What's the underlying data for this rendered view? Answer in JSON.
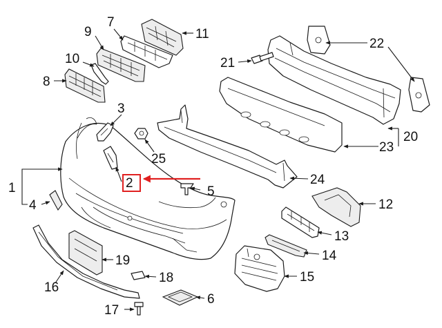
{
  "callouts": {
    "c1": "1",
    "c2": "2",
    "c3": "3",
    "c4": "4",
    "c5": "5",
    "c6": "6",
    "c7": "7",
    "c8": "8",
    "c9": "9",
    "c10": "10",
    "c11": "11",
    "c12": "12",
    "c13": "13",
    "c14": "14",
    "c15": "15",
    "c16": "16",
    "c17": "17",
    "c18": "18",
    "c19": "19",
    "c20": "20",
    "c21": "21",
    "c22": "22",
    "c23": "23",
    "c24": "24",
    "c25": "25"
  },
  "highlight": {
    "callout": "2",
    "box_color": "#e02020",
    "arrow_color": "#e02020"
  }
}
